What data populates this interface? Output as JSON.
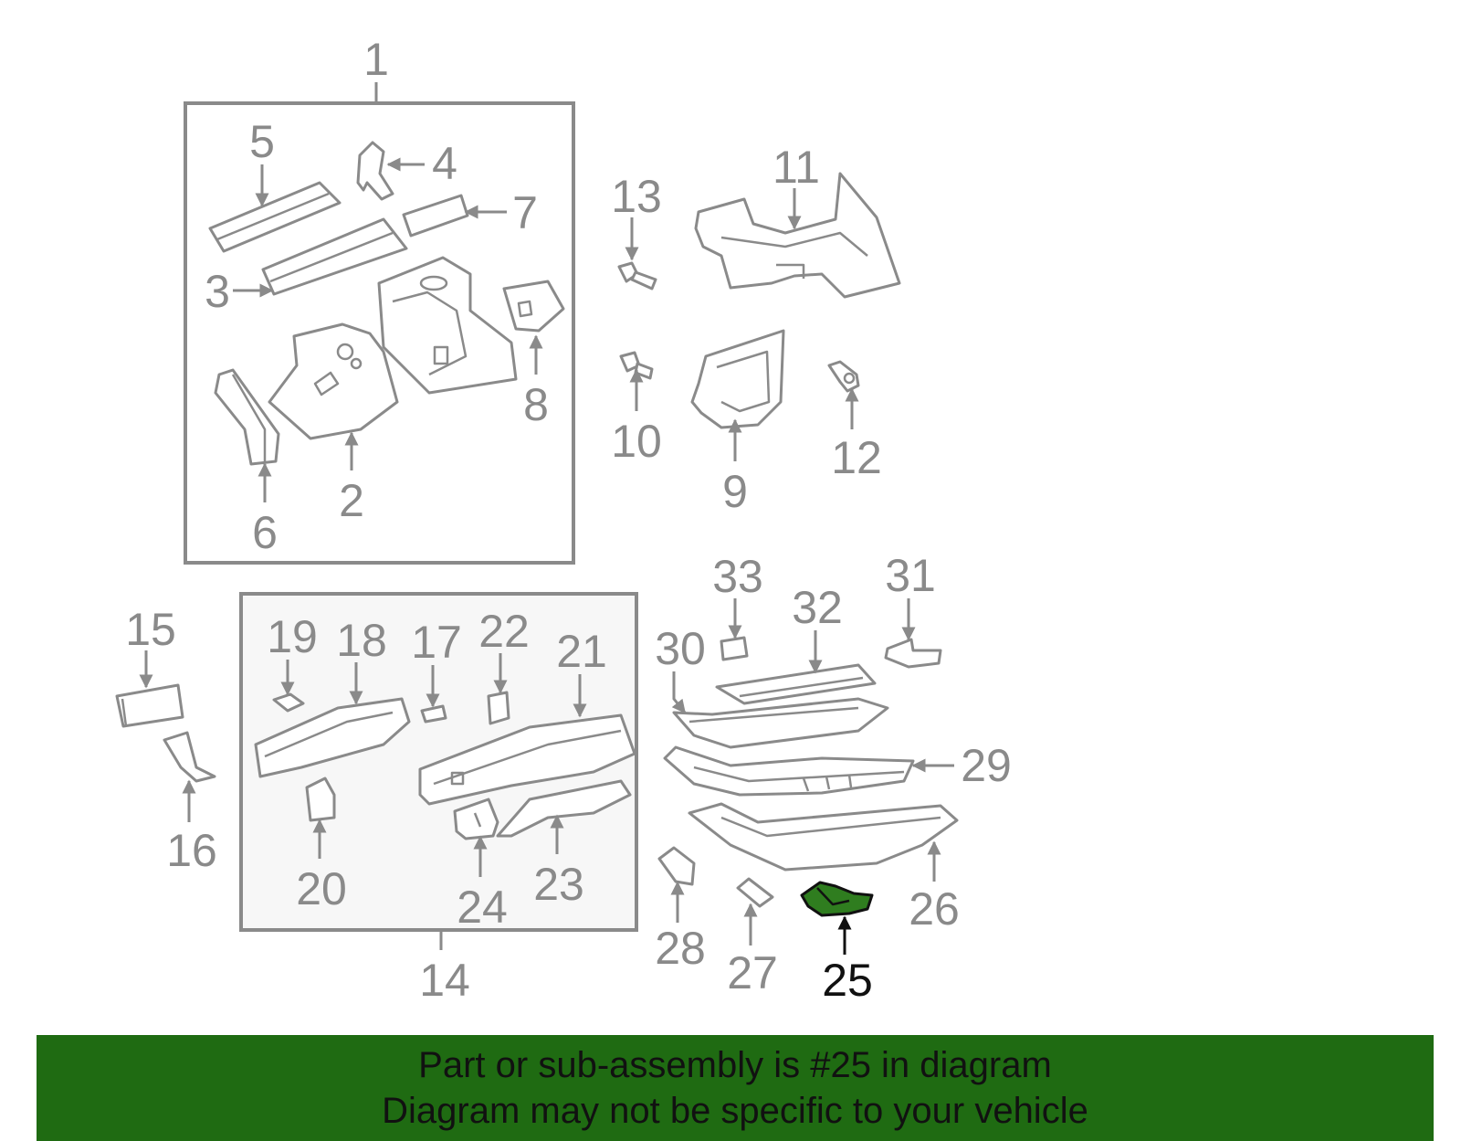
{
  "callouts": {
    "c1": "1",
    "c2": "2",
    "c3": "3",
    "c4": "4",
    "c5": "5",
    "c6": "6",
    "c7": "7",
    "c8": "8",
    "c9": "9",
    "c10": "10",
    "c11": "11",
    "c12": "12",
    "c13": "13",
    "c14": "14",
    "c15": "15",
    "c16": "16",
    "c17": "17",
    "c18": "18",
    "c19": "19",
    "c20": "20",
    "c21": "21",
    "c22": "22",
    "c23": "23",
    "c24": "24",
    "c25": "25",
    "c26": "26",
    "c27": "27",
    "c28": "28",
    "c29": "29",
    "c30": "30",
    "c31": "31",
    "c32": "32",
    "c33": "33"
  },
  "highlighted_part": "25",
  "colors": {
    "highlight_fill": "#2f7d1f",
    "banner_bg": "#1f6b12",
    "line_gray": "#8a8a8a"
  },
  "banner": {
    "line1": "Part or sub-assembly is #25 in diagram",
    "line2": "Diagram may not be specific to your vehicle"
  }
}
